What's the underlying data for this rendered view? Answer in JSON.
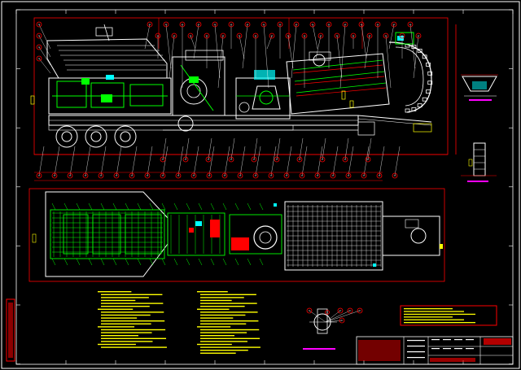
{
  "drawing": {
    "background": "#000000",
    "colors": {
      "frame": "#ffffff",
      "border_red": "#ff0000",
      "machine_white": "#ffffff",
      "structure_green": "#00ff00",
      "accent_cyan": "#00ffff",
      "annotation_yellow": "#ffff00",
      "hatch_magenta": "#ff00ff"
    },
    "views": [
      "side-elevation",
      "plan-view",
      "detail-views",
      "notes-block",
      "title-block"
    ],
    "balloon_count_top": 34,
    "balloon_count_side": 12,
    "notes_left_lines": 20,
    "notes_right_lines": 22,
    "legend_lines": 6
  }
}
